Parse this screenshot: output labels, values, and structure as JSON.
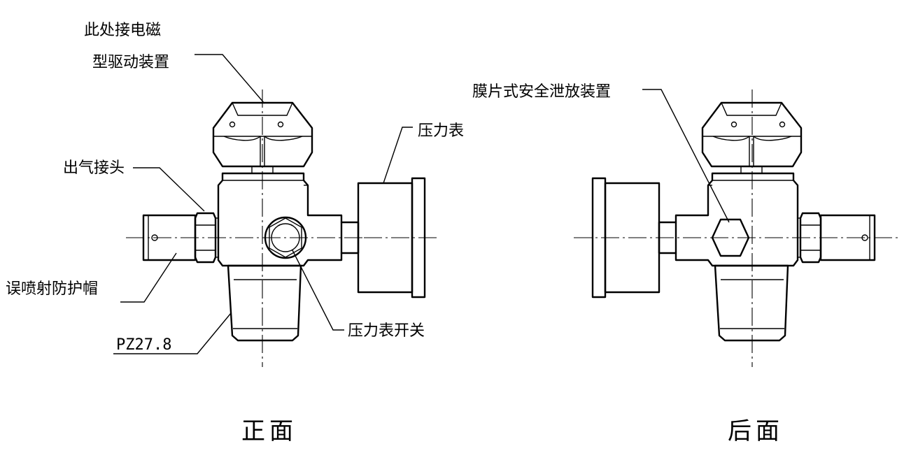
{
  "labels": {
    "solenoid_line1": "此处接电磁",
    "solenoid_line2": "型驱动装置",
    "outlet_connector": "出气接头",
    "pressure_gauge": "压力表",
    "misfire_cap": "误喷射防护帽",
    "thread_spec": "PZ27.8",
    "gauge_switch": "压力表开关",
    "membrane_relief": "膜片式安全泄放装置"
  },
  "views": {
    "front": "正面",
    "back": "后面"
  }
}
